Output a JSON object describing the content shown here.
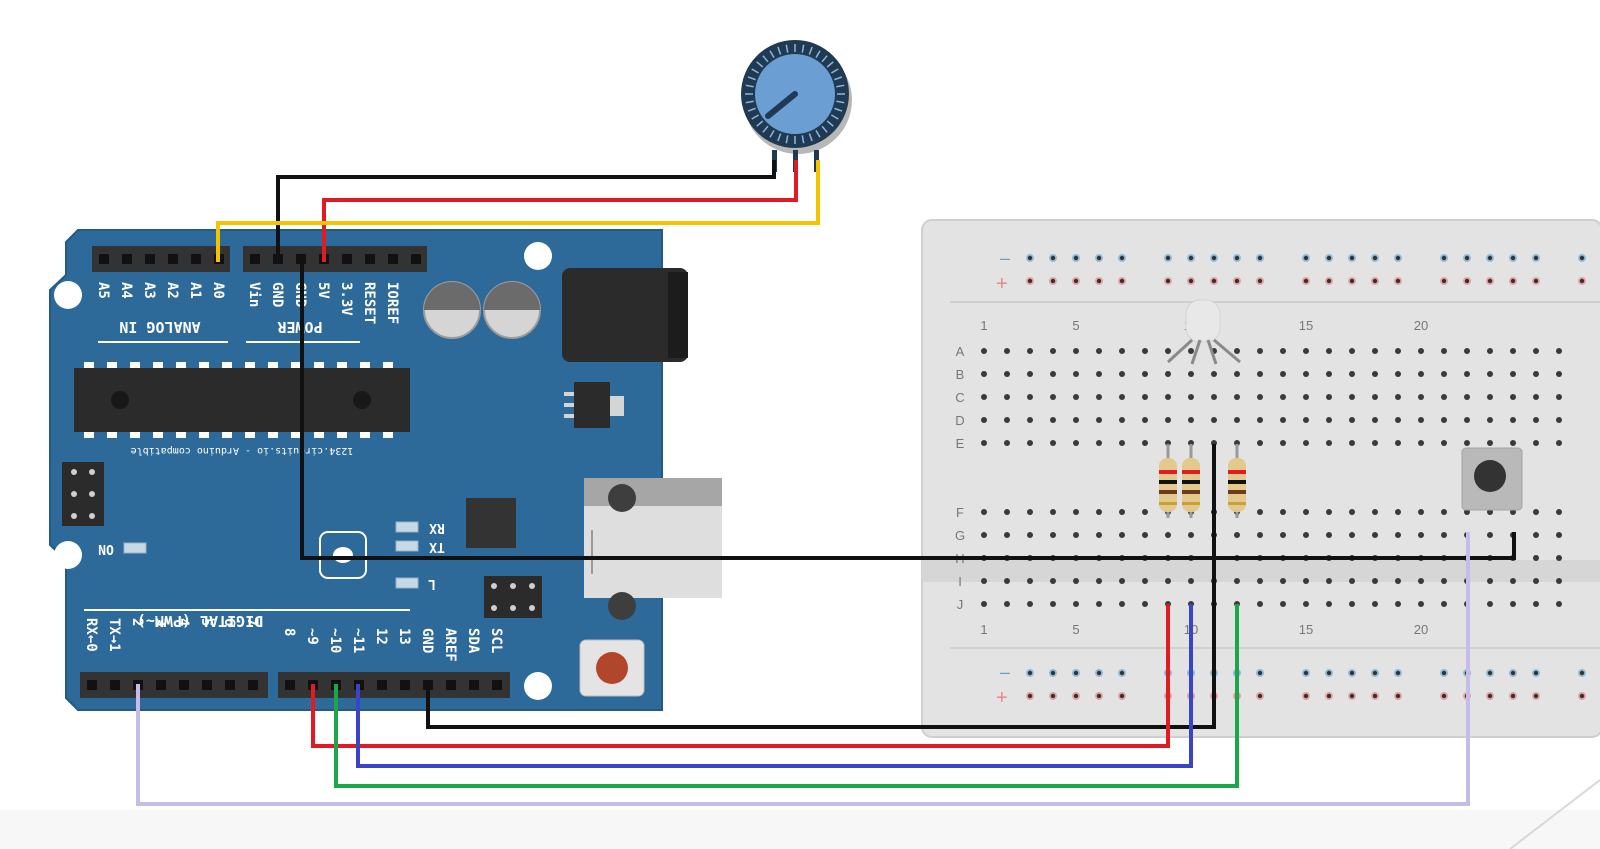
{
  "arduino": {
    "analog_header": "ANALOG IN",
    "analog_pins": [
      "A5",
      "A4",
      "A3",
      "A2",
      "A1",
      "A0"
    ],
    "power_header": "POWER",
    "power_pins": [
      "Vin",
      "GND",
      "GND",
      "5V",
      "3.3V",
      "RESET",
      "IOREF"
    ],
    "digital_header": "DIGITAL (PWM~)",
    "digital_pins_left": [
      "RX←0",
      "TX→1",
      "2",
      "3",
      "4",
      "5",
      "6",
      "7"
    ],
    "digital_pins_right": [
      "8",
      "~9",
      "~10",
      "~11",
      "12",
      "13",
      "GND",
      "AREF",
      "SDA",
      "SCL"
    ],
    "chip_text": "1234.circuits.io - Arduino compatible",
    "led_rx": "RX",
    "led_tx": "TX",
    "led_l": "L",
    "led_on": "ON"
  },
  "breadboard": {
    "row_letters_top": [
      "A",
      "B",
      "C",
      "D",
      "E"
    ],
    "row_letters_bottom": [
      "F",
      "G",
      "H",
      "I",
      "J"
    ],
    "column_numbers": [
      "1",
      "5",
      "10",
      "15",
      "20"
    ],
    "rail_minus": "–",
    "rail_plus": "+"
  },
  "colors": {
    "board_blue": "#2d6a99",
    "wire_black": "#111111",
    "wire_red": "#e01b24",
    "wire_yellow": "#f5c400",
    "wire_blue": "#3a44c8",
    "wire_green": "#1aa64a",
    "wire_lavender": "#c5bde8",
    "knob_blue": "#6b9fd4"
  }
}
